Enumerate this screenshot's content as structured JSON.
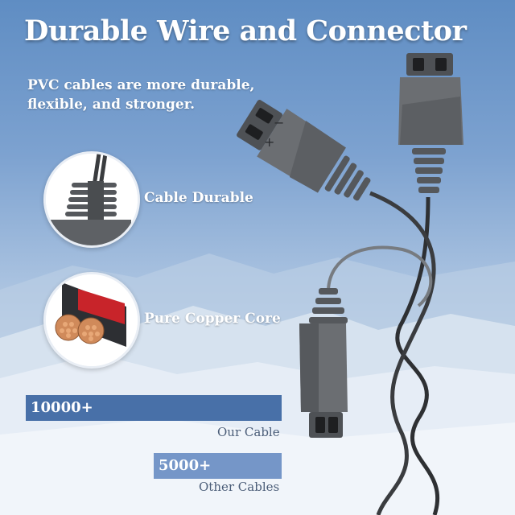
{
  "title": "Durable Wire and Connector",
  "subtitle": "PVC cables are more durable, flexible, and stronger.",
  "features": [
    {
      "label": "Cable Durable",
      "icon": "cable-strain-relief-icon"
    },
    {
      "label": "Pure Copper Core",
      "icon": "copper-core-icon"
    }
  ],
  "comparison": {
    "our": {
      "value_text": "10000+",
      "label": "Our Cable",
      "value": 10000
    },
    "other": {
      "value_text": "5000+",
      "label": "Other Cables",
      "value": 5000
    }
  },
  "connector_marks": {
    "minus": "−",
    "plus": "+"
  },
  "colors": {
    "our_bar": "#4870a8",
    "other_bar": "#7596c8",
    "connector": "#6b6e72",
    "copper": "#d08a5a",
    "insulation_red": "#d62a2a"
  }
}
